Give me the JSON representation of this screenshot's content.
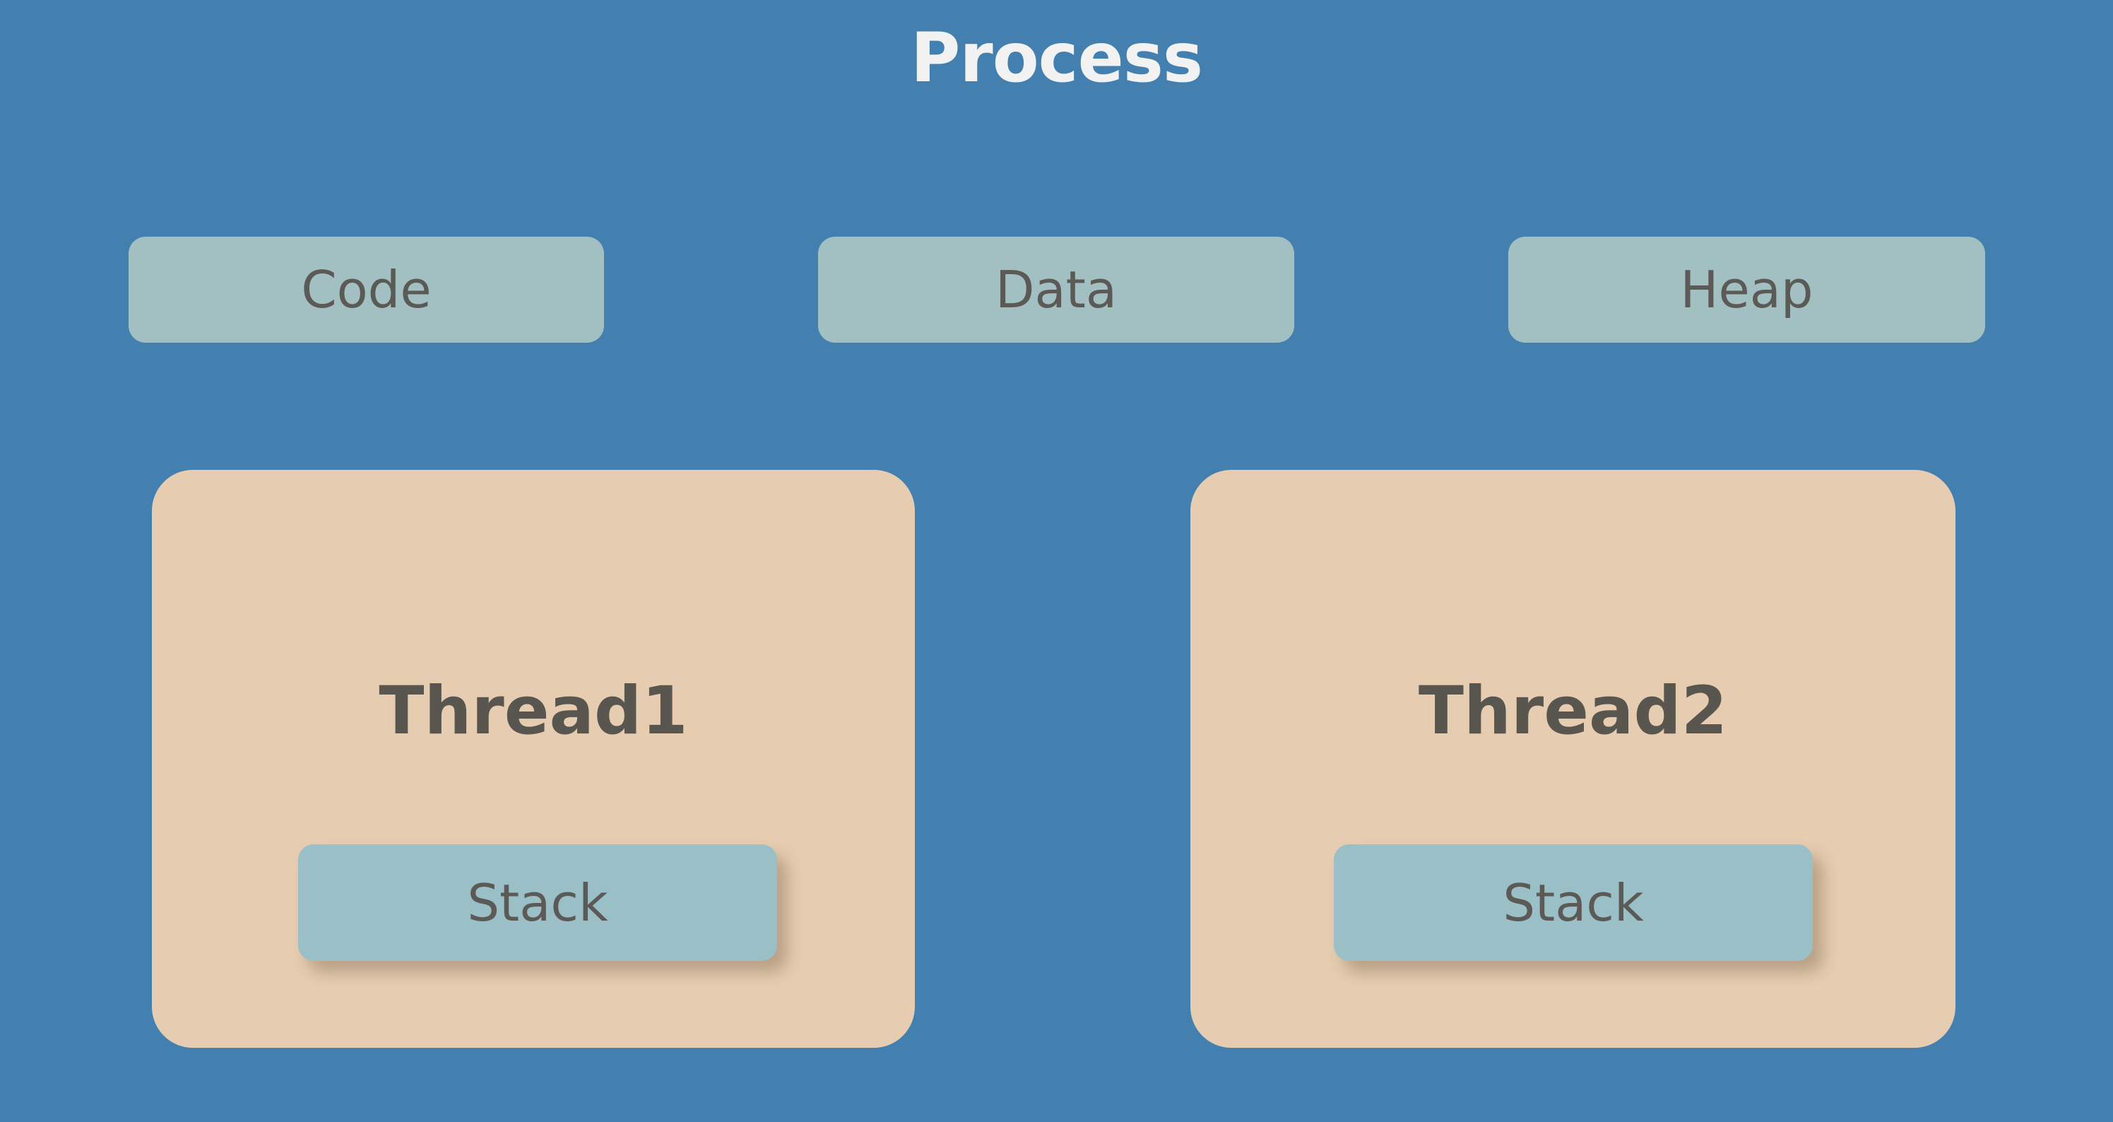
{
  "diagram": {
    "title": "Process",
    "background_color": "#4380b0",
    "title_color": "#f2f2f2",
    "segments": [
      {
        "label": "Code",
        "color": "#a2c0c2",
        "text_color": "#5c5a56"
      },
      {
        "label": "Data",
        "color": "#a2c0c2",
        "text_color": "#5c5a56"
      },
      {
        "label": "Heap",
        "color": "#a2c0c2",
        "text_color": "#5c5a56"
      }
    ],
    "threads": [
      {
        "label": "Thread1",
        "color": "#e6cdb1",
        "text_color": "#58564f",
        "stack": {
          "label": "Stack",
          "color": "#9bbfc6",
          "text_color": "#5c5a56"
        }
      },
      {
        "label": "Thread2",
        "color": "#e6cdb1",
        "text_color": "#58564f",
        "stack": {
          "label": "Stack",
          "color": "#9bbfc6",
          "text_color": "#5c5a56"
        }
      }
    ]
  }
}
